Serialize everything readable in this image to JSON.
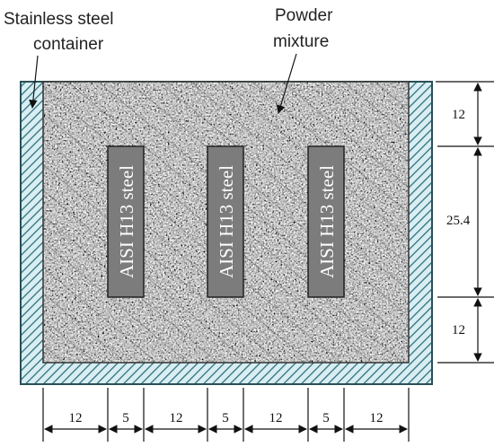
{
  "labels": {
    "container_line1": "Stainless steel",
    "container_line2": "container",
    "powder_line1": "Powder",
    "powder_line2": "mixture"
  },
  "samples": [
    {
      "label": "AISI H13 steel"
    },
    {
      "label": "AISI H13 steel"
    },
    {
      "label": "AISI H13 steel"
    }
  ],
  "dimensions": {
    "vertical": [
      "12",
      "25.4",
      "12"
    ],
    "horizontal": [
      "12",
      "5",
      "12",
      "5",
      "12",
      "5",
      "12"
    ]
  },
  "colors": {
    "wall_hatch": "#2f6f7f",
    "wall_fill": "#d9eef2",
    "powder": "#8a8a8a",
    "sample_fill": "#7c7c7c"
  }
}
